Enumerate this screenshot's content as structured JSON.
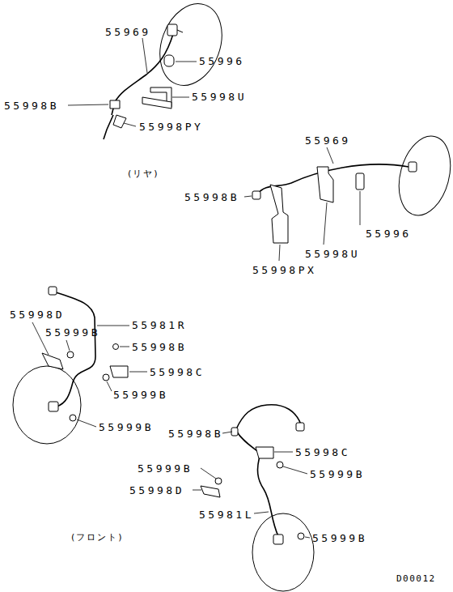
{
  "diagram": {
    "labels": [
      "55969",
      "55996",
      "55998B",
      "55998U",
      "55998PY",
      "(リヤ)",
      "55969",
      "55998B",
      "55996",
      "55998U",
      "55998PX",
      "55998D",
      "55999B",
      "55981R",
      "55998B",
      "55998C",
      "55999B",
      "55999B",
      "55998B",
      "55998C",
      "55999B",
      "55999B",
      "55998D",
      "55981L",
      "55999B",
      "(フロント)",
      "D00012"
    ]
  }
}
